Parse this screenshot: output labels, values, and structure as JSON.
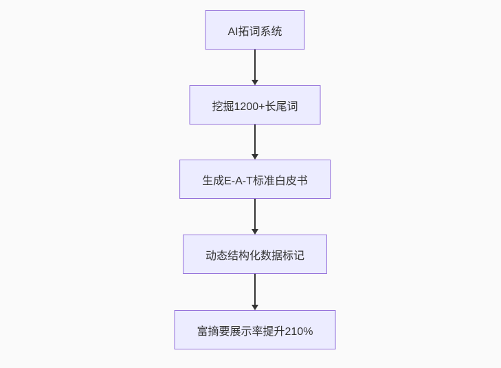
{
  "diagram": {
    "type": "flowchart",
    "direction": "top-down",
    "nodes": [
      {
        "label": "AI拓词系统"
      },
      {
        "label": "挖掘1200+长尾词"
      },
      {
        "label": "生成E-A-T标准白皮书"
      },
      {
        "label": "动态结构化数据标记"
      },
      {
        "label": "富摘要展示率提升210%"
      }
    ],
    "edges": [
      {
        "from": 0,
        "to": 1,
        "style": "arrow"
      },
      {
        "from": 1,
        "to": 2,
        "style": "arrow"
      },
      {
        "from": 2,
        "to": 3,
        "style": "arrow"
      },
      {
        "from": 3,
        "to": 4,
        "style": "arrow"
      }
    ],
    "colors": {
      "node_fill": "#ececff",
      "node_border": "#9370db",
      "arrow": "#333333",
      "text": "#333333",
      "background": "#fafafa"
    }
  }
}
